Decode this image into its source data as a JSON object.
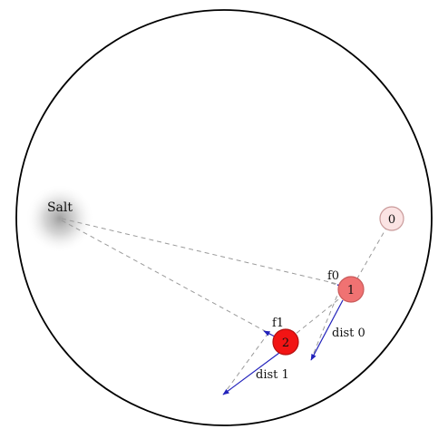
{
  "diagram": {
    "source_label": "Salt",
    "nodes": [
      {
        "id": "0",
        "label": "0",
        "fill": "#fbe3e3",
        "stroke": "#c99a9a"
      },
      {
        "id": "1",
        "label": "1",
        "fill": "#f07272",
        "stroke": "#c95a5a"
      },
      {
        "id": "2",
        "label": "2",
        "fill": "#f21414",
        "stroke": "#b31010"
      }
    ],
    "force_labels": [
      "f0",
      "f1"
    ],
    "distance_labels": [
      "dist 0",
      "dist 1"
    ],
    "colors": {
      "boundary": "#000000",
      "dashed": "#9a9a9a",
      "arrow": "#2222bb",
      "salt_core": "#b0b0b0"
    }
  }
}
